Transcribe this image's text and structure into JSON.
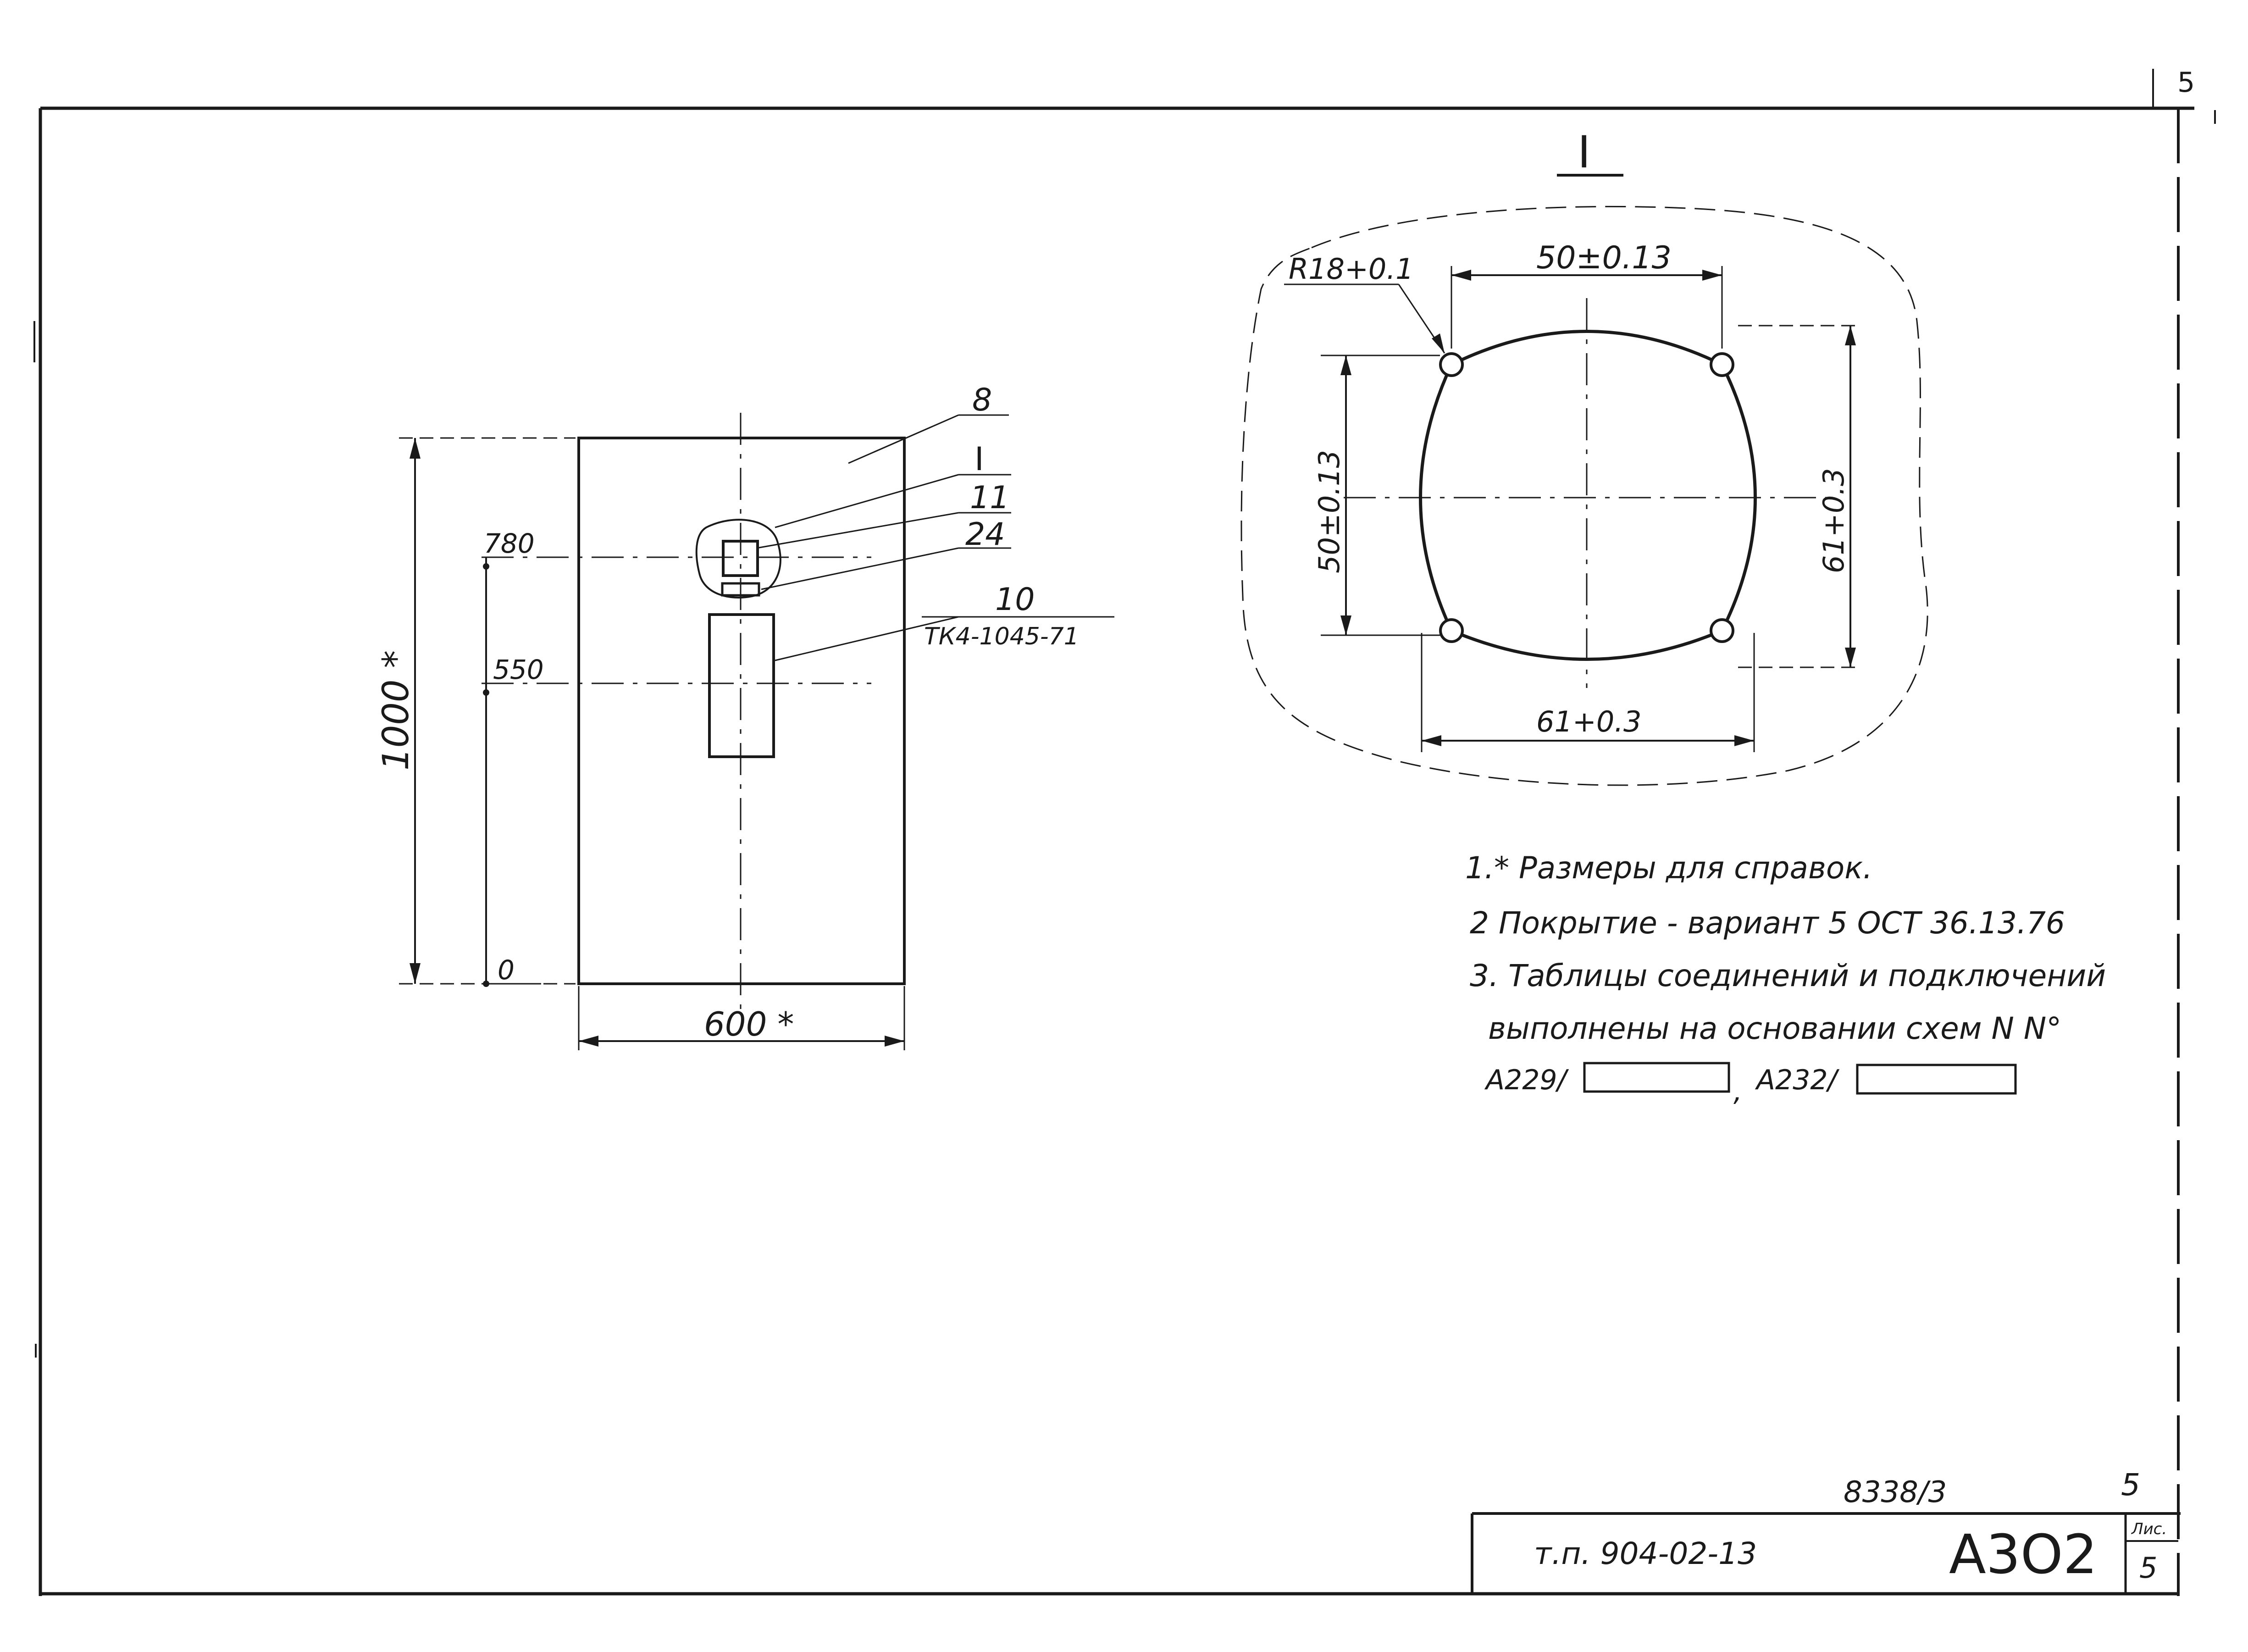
{
  "corner_sheet_mark": "5",
  "detail_view": {
    "label": "I",
    "radius_note": "R18+0.1",
    "top_width": "50±0.13",
    "left_height": "50±0.13",
    "right_height": "61+0.3",
    "bottom_width": "61+0.3"
  },
  "panel": {
    "height_dim": "1000 *",
    "width_dim": "600 *",
    "level_labels": [
      "780",
      "550",
      "0"
    ],
    "leaders": [
      {
        "label": "8",
        "sub": ""
      },
      {
        "label": "I",
        "sub": ""
      },
      {
        "label": "11",
        "sub": ""
      },
      {
        "label": "24",
        "sub": ""
      },
      {
        "label": "10",
        "sub": "ТК4-1045-71"
      }
    ]
  },
  "notes": [
    "1.* Размеры для справок.",
    "2 Покрытие - вариант 5 ОСТ 36.13.76",
    "3. Таблицы соединений и подключений",
    "выполнены на основании схем N N°"
  ],
  "scheme_refs": [
    "А229/",
    "А232/"
  ],
  "title_block": {
    "upper_number": "8338/3",
    "upper_sheet": "5",
    "doc_code": "т.п. 904-02-13",
    "mark": "А3О2",
    "sheet_label": "Лис.",
    "sheet_number": "5"
  }
}
